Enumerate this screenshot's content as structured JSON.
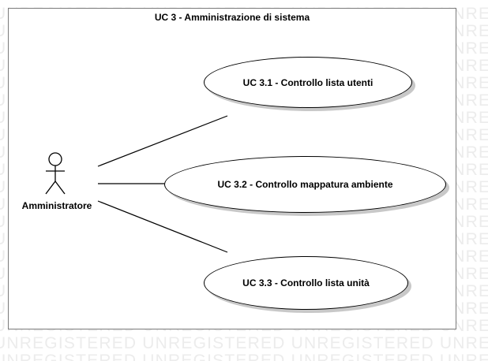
{
  "watermark": {
    "text": "UNREGISTERED"
  },
  "diagram": {
    "title": "UC 3 - Amministrazione di sistema",
    "actor": {
      "label": "Amministratore"
    },
    "use_cases": [
      {
        "label": "UC 3.1 - Controllo lista utenti"
      },
      {
        "label": "UC 3.2 - Controllo mappatura ambiente"
      },
      {
        "label": "UC 3.3 - Controllo lista unità"
      }
    ]
  }
}
